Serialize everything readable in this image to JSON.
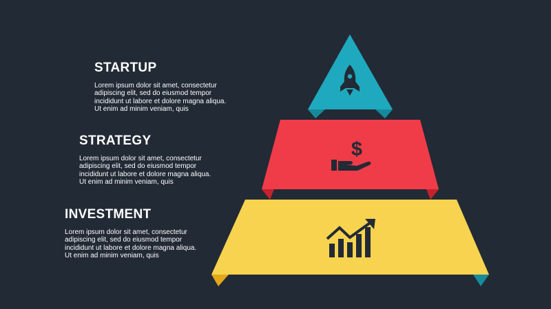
{
  "colors": {
    "background": "#222a35",
    "startup": "#1fa9be",
    "strategy": "#f03c48",
    "investment": "#f7d34f",
    "icon": "#222a35",
    "text": "#ffffff"
  },
  "tiers": [
    {
      "title": "STARTUP",
      "body": "Lorem ipsum dolor sit amet, consectetur adipiscing elit, sed do eiusmod tempor incididunt ut labore et dolore magna aliqua. Ut enim ad minim veniam, quis",
      "icon": "rocket-icon"
    },
    {
      "title": "STRATEGY",
      "body": "Lorem ipsum dolor sit amet, consectetur adipiscing elit, sed do eiusmod tempor incididunt ut labore et dolore magna aliqua. Ut enim ad minim veniam, quis",
      "icon": "hand-dollar-icon"
    },
    {
      "title": "INVESTMENT",
      "body": "Lorem ipsum dolor sit amet, consectetur adipiscing elit, sed do eiusmod tempor incididunt ut labore et dolore magna aliqua. Ut enim ad minim veniam, quis",
      "icon": "growth-chart-icon"
    }
  ]
}
